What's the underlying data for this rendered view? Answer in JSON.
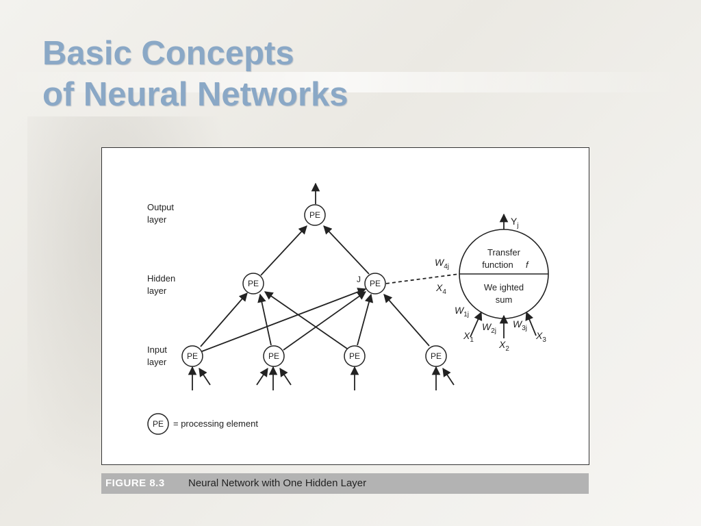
{
  "slide": {
    "title_line1": "Basic Concepts",
    "title_line2": "of Neural Networks"
  },
  "figure": {
    "labels": {
      "output_layer_1": "Output",
      "output_layer_2": "layer",
      "hidden_layer_1": "Hidden",
      "hidden_layer_2": "layer",
      "input_layer_1": "Input",
      "input_layer_2": "layer"
    },
    "node_label": "PE",
    "j_label": "J",
    "detail": {
      "output": "Y",
      "output_sub": "j",
      "transfer_1": "Transfer",
      "transfer_2": "function",
      "transfer_f": "f",
      "sum_1": "We ighted",
      "sum_2": "sum",
      "w4": "W",
      "w4_sub": "4j",
      "x4": "X",
      "x4_sub": "4",
      "w1": "W",
      "w1_sub": "1j",
      "w2": "W",
      "w2_sub": "2j",
      "w3": "W",
      "w3_sub": "3j",
      "x1": "X",
      "x1_sub": "1",
      "x2": "X",
      "x2_sub": "2",
      "x3": "X",
      "x3_sub": "3"
    },
    "legend_symbol": "PE",
    "legend_text": "= processing element"
  },
  "caption": {
    "label": "FIGURE 8.3",
    "text": "Neural Network with One Hidden Layer"
  },
  "colors": {
    "title": "#8aa8c6",
    "caption_bar": "#b3b3b3",
    "line": "#222222"
  }
}
